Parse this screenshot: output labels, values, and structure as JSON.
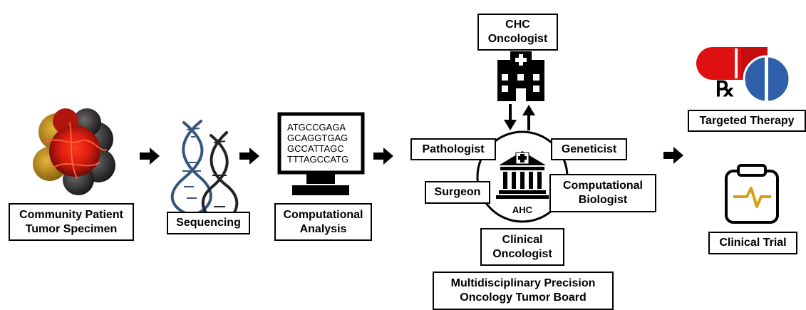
{
  "nodes": {
    "community_specimen": "Community Patient\nTumor Specimen",
    "sequencing": "Sequencing",
    "computational_analysis": "Computational\nAnalysis",
    "chc_oncologist": "CHC\nOncologist",
    "pathologist": "Pathologist",
    "geneticist": "Geneticist",
    "surgeon": "Surgeon",
    "computational_biologist": "Computational\nBiologist",
    "clinical_oncologist": "Clinical\nOncologist",
    "tumor_board": "Multidisciplinary Precision\nOncology Tumor Board",
    "targeted_therapy": "Targeted Therapy",
    "clinical_trial": "Clinical Trial"
  },
  "monitor_sequence": "ATGCCGAGA\nGCAGGTGAG\nGCCATTAGC\nTTTAGCCATG",
  "ahc_label": "AHC",
  "rx_label": "℞",
  "icons": [
    "tumor-icon",
    "dna-icon",
    "computer-monitor-icon",
    "hospital-icon",
    "institution-icon",
    "pill-capsule-icon",
    "clipboard-icon"
  ],
  "colors": {
    "tumor_red": "#e8231a",
    "tumor_gold": "#c89a1e",
    "tumor_dark": "#3a3a3a",
    "dna_blue": "#35557e",
    "pill_red": "#e01010",
    "pill_blue": "#2e5fa8",
    "trial_line": "#d4a017"
  }
}
